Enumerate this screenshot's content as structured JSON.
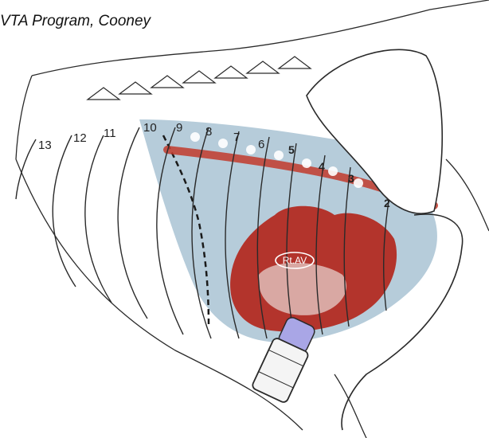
{
  "credit": "VTA Program, Cooney",
  "rib_numbers": [
    "13",
    "12",
    "11",
    "10",
    "9",
    "8",
    "7",
    "6",
    "5",
    "4",
    "3",
    "2"
  ],
  "valve_label": "Rt.AV",
  "colors": {
    "lung_area": "#a9c3d3",
    "heart_area": "#b3271d",
    "vessel": "#c23a2c",
    "needle_hub": "#a9a6e6",
    "outline": "#2a2a2a"
  },
  "icons": [
    "stethoscope-icon"
  ]
}
